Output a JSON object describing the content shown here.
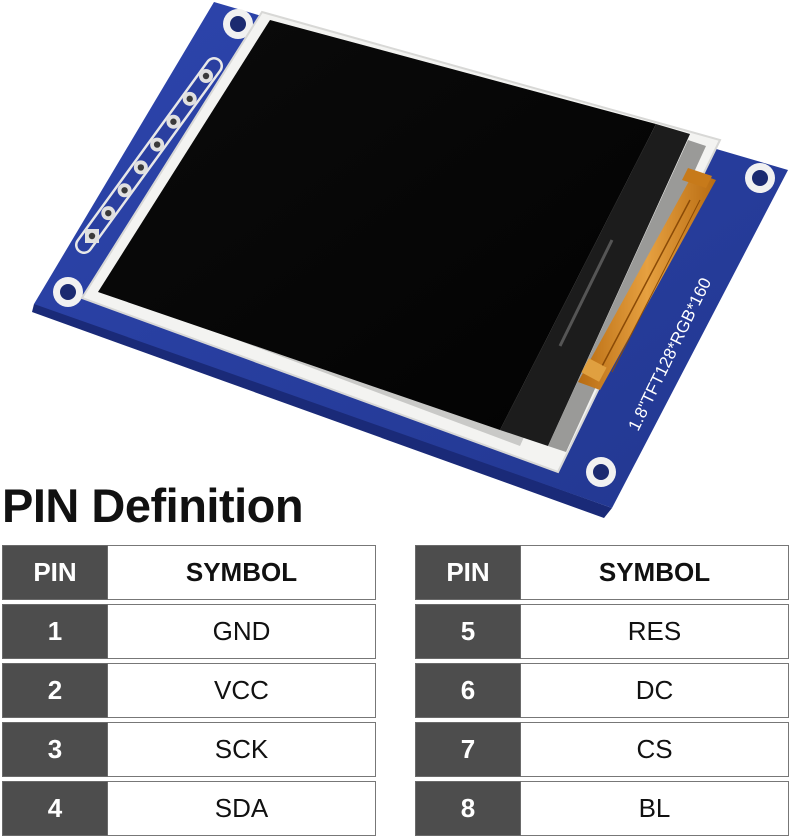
{
  "module": {
    "pcb_label": "1.8\"TFT128*RGB*160",
    "colors": {
      "pcb": "#2a3fa0",
      "pcb_dark": "#1a2a78",
      "bezel": "#f3f3f1",
      "screen": "#070707",
      "flex_cable": "#d98b22",
      "pin_cell": "#4d4d4d"
    }
  },
  "title": "PIN Definition",
  "tables": [
    {
      "header": {
        "pin": "PIN",
        "symbol": "SYMBOL"
      },
      "rows": [
        {
          "pin": "1",
          "symbol": "GND"
        },
        {
          "pin": "2",
          "symbol": "VCC"
        },
        {
          "pin": "3",
          "symbol": "SCK"
        },
        {
          "pin": "4",
          "symbol": "SDA"
        }
      ]
    },
    {
      "header": {
        "pin": "PIN",
        "symbol": "SYMBOL"
      },
      "rows": [
        {
          "pin": "5",
          "symbol": "RES"
        },
        {
          "pin": "6",
          "symbol": "DC"
        },
        {
          "pin": "7",
          "symbol": "CS"
        },
        {
          "pin": "8",
          "symbol": "BL"
        }
      ]
    }
  ]
}
